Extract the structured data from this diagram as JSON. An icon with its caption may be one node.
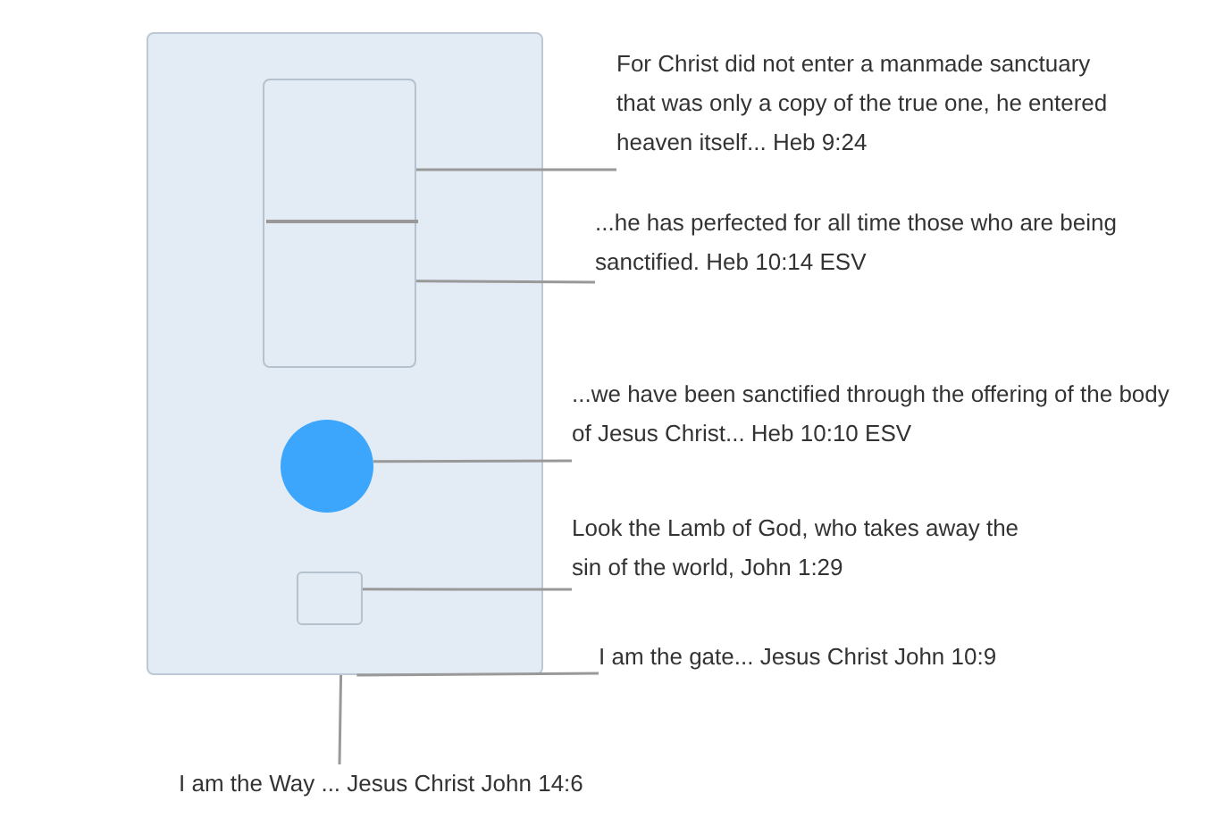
{
  "diagram": {
    "nodes": [
      {
        "text": [],
        "shape": "box"
      },
      {
        "text": [],
        "shape": "box",
        "in": 0
      },
      {
        "text": [],
        "shape": "circle",
        "in": 0
      },
      {
        "text": [],
        "shape": "box",
        "in": 0
      },
      {
        "text": [
          "For Christ did not enter a manmade sanctuary that was only a copy of the true one, he entered heaven itself... Heb 9:24"
        ]
      },
      {
        "text": [
          "...he has perfected for all time those who are being sanctified. Heb 10:14 ESV"
        ]
      },
      {
        "text": [
          "...we have been sanctified through the offering of the body of Jesus Christ... Heb 10:10 ESV"
        ]
      },
      {
        "text": [
          "Look the Lamb of God, who takes away the sin of the world, John 1:29"
        ]
      },
      {
        "text": [
          "I am the gate... Jesus Christ John 10:9"
        ]
      },
      {
        "text": [
          "I am the Way ... Jesus Christ John 14:6"
        ]
      }
    ],
    "edges": [
      {
        "from": 4,
        "to": 1,
        "arrow": "none"
      },
      {
        "from": 5,
        "to": 1,
        "arrow": "none"
      },
      {
        "from": 6,
        "to": 2,
        "arrow": "none"
      },
      {
        "from": 7,
        "to": 3,
        "arrow": "none"
      },
      {
        "from": 8,
        "to": 0,
        "arrow": "none"
      },
      {
        "from": 9,
        "to": 0,
        "arrow": "none"
      }
    ]
  }
}
